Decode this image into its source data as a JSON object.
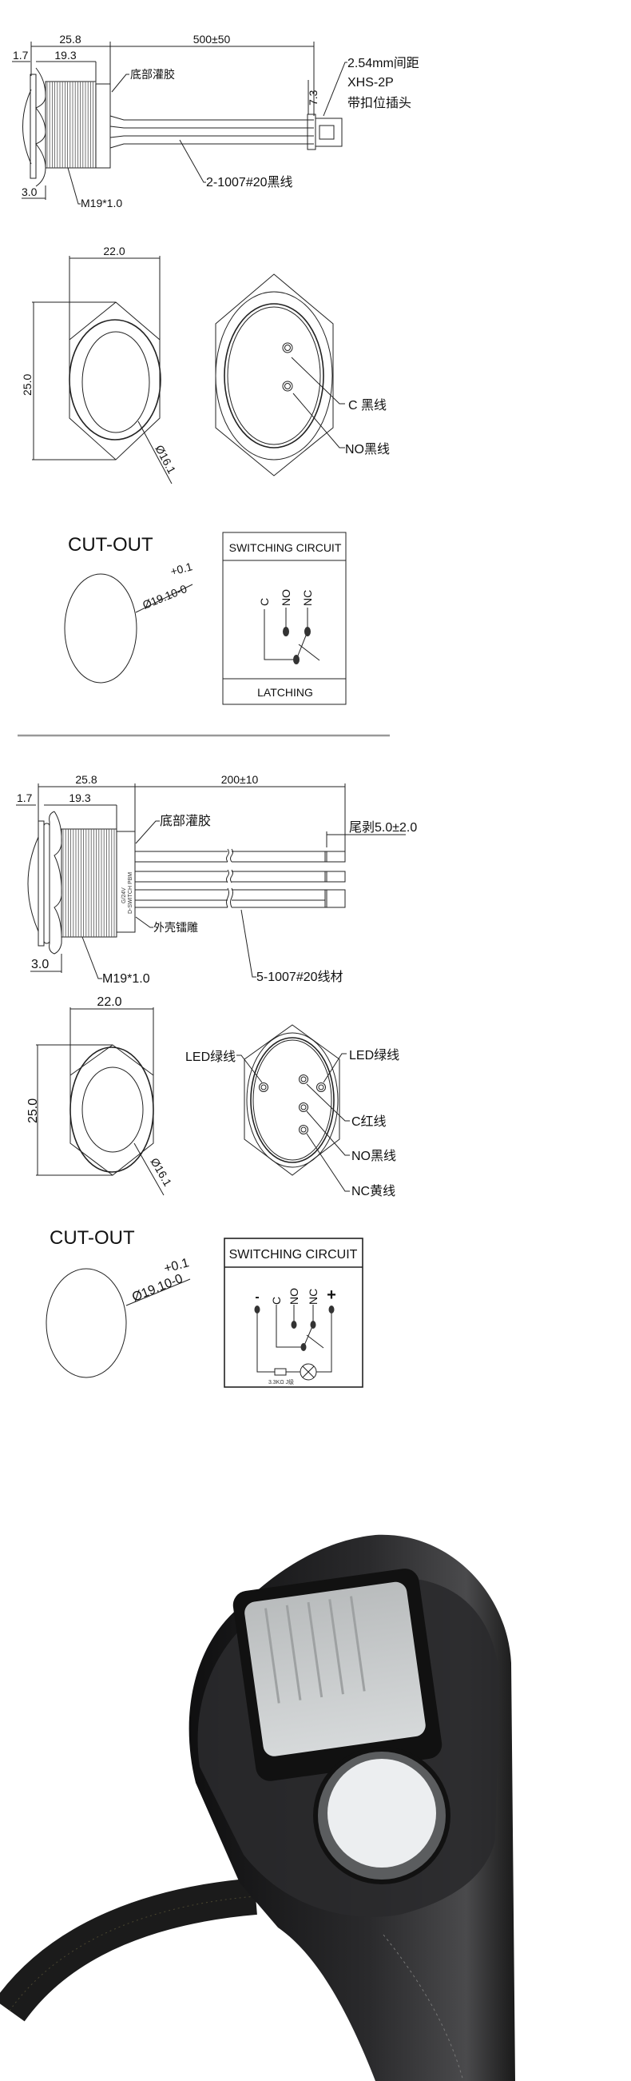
{
  "drawing1": {
    "dim_total": "25.8",
    "dim_cable": "500±50",
    "dim_flange": "1.7",
    "dim_thread": "19.3",
    "dim_nut": "3.0",
    "thread_spec": "M19*1.0",
    "potting": "底部灌胶",
    "dim_connector": "7.3",
    "connector_pitch": "2.54mm间距",
    "connector_model": "XHS-2P",
    "connector_type": "带扣位插头",
    "wire": "2-1007#20黑线"
  },
  "front1": {
    "dim_width": "22.0",
    "dim_height": "25.0",
    "dim_diameter": "Ø16.1",
    "pin_c": "C 黑线",
    "pin_no": "NO黑线"
  },
  "cutout1": {
    "title": "CUT-OUT",
    "diameter": "Ø19.10-0",
    "tolerance": "+0.1",
    "circuit_title": "SWITCHING CIRCUIT",
    "label_c": "C",
    "label_no": "NO",
    "label_nc": "NC",
    "mode": "LATCHING"
  },
  "drawing2": {
    "dim_total": "25.8",
    "dim_cable": "200±10",
    "dim_flange": "1.7",
    "dim_thread": "19.3",
    "dim_nut": "3.0",
    "thread_spec": "M19*1.0",
    "potting": "底部灌胶",
    "engraving": "外壳镭雕",
    "strip": "尾剥5.0±2.0",
    "wire": "5-1007#20线材",
    "marking_1": "G/24V",
    "marking_2": "D-SWITCH PBM"
  },
  "front2": {
    "dim_width": "22.0",
    "dim_height": "25.0",
    "dim_diameter": "Ø16.1",
    "led_left": "LED绿线",
    "led_right": "LED绿线",
    "pin_c": "C红线",
    "pin_no": "NO黑线",
    "pin_nc": "NC黄线"
  },
  "cutout2": {
    "title": "CUT-OUT",
    "diameter": "Ø19.10-0",
    "tolerance": "+0.1",
    "circuit_title": "SWITCHING CIRCUIT",
    "label_minus": "-",
    "label_c": "C",
    "label_no": "NO",
    "label_nc": "NC",
    "label_plus": "+",
    "resistor": "3.3KΩ J级"
  },
  "colors": {
    "line": "#222222",
    "divider": "#999999",
    "grip": "#1c1c1e",
    "knob": "#c9cccd",
    "button": "#eceef0"
  }
}
